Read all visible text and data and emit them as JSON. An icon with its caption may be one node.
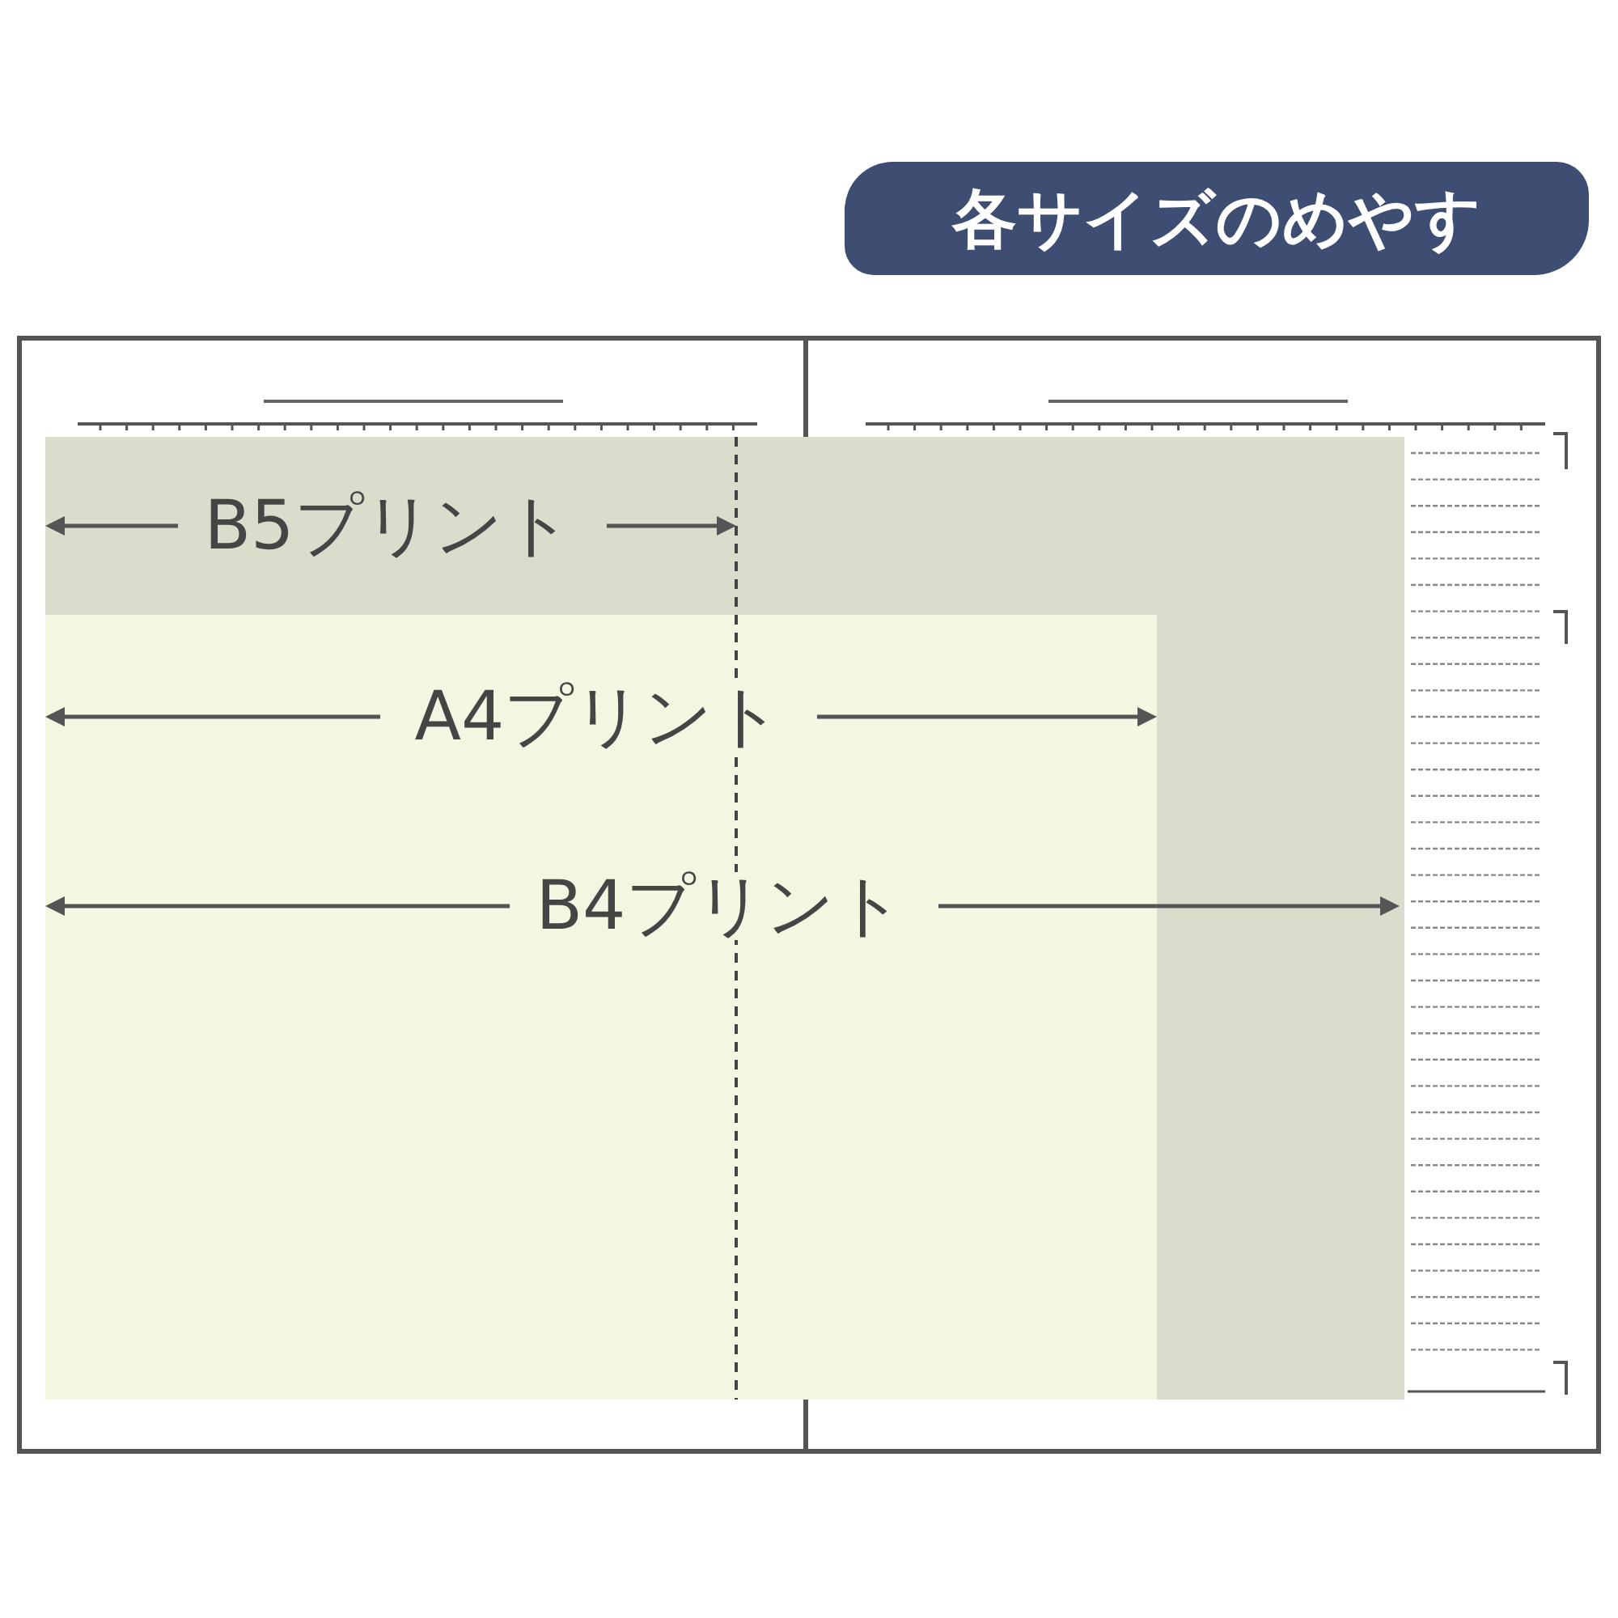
{
  "diagram": {
    "title": "各サイズのめやす",
    "labels": [
      "B5プリント",
      "A4プリント",
      "B4プリント"
    ]
  }
}
